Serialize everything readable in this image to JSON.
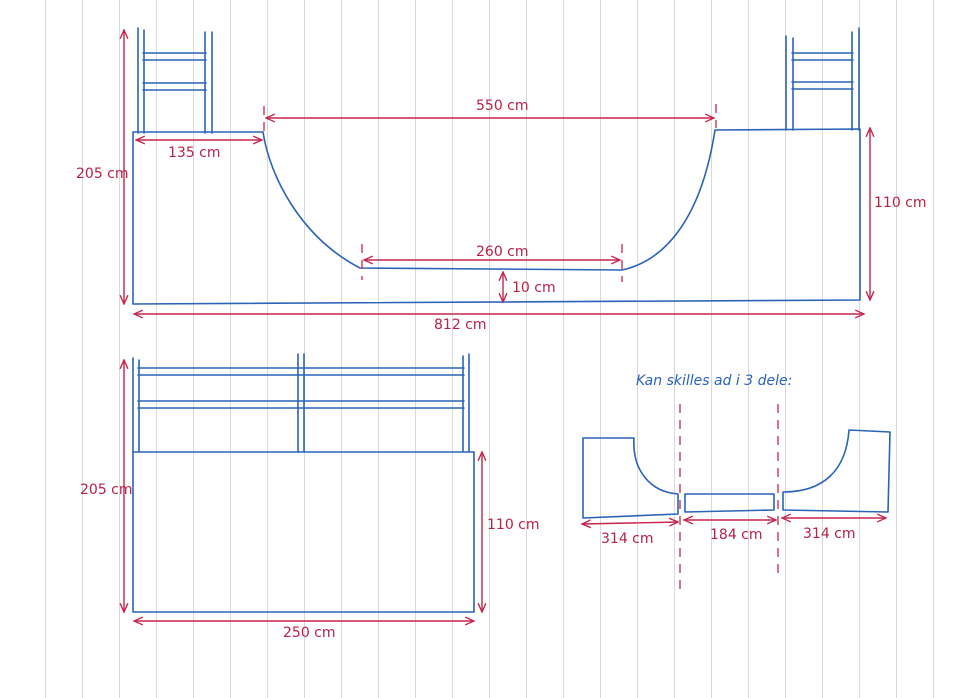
{
  "side_view": {
    "height_total": "205 cm",
    "platform_width": "135 cm",
    "opening_width": "550 cm",
    "flat_bottom": "260 cm",
    "bottom_thickness": "10 cm",
    "ramp_height": "110 cm",
    "total_length": "812 cm"
  },
  "front_view": {
    "height_total": "205 cm",
    "ramp_height": "110 cm",
    "width": "250 cm"
  },
  "sections": {
    "note": "Kan skilles ad i 3 dele:",
    "left_part": "314 cm",
    "middle_part": "184 cm",
    "right_part": "314 cm"
  },
  "colors": {
    "structure": "#2a63b8",
    "dimensions": "#c7254e",
    "paper_lines": "#d9d9d9"
  }
}
